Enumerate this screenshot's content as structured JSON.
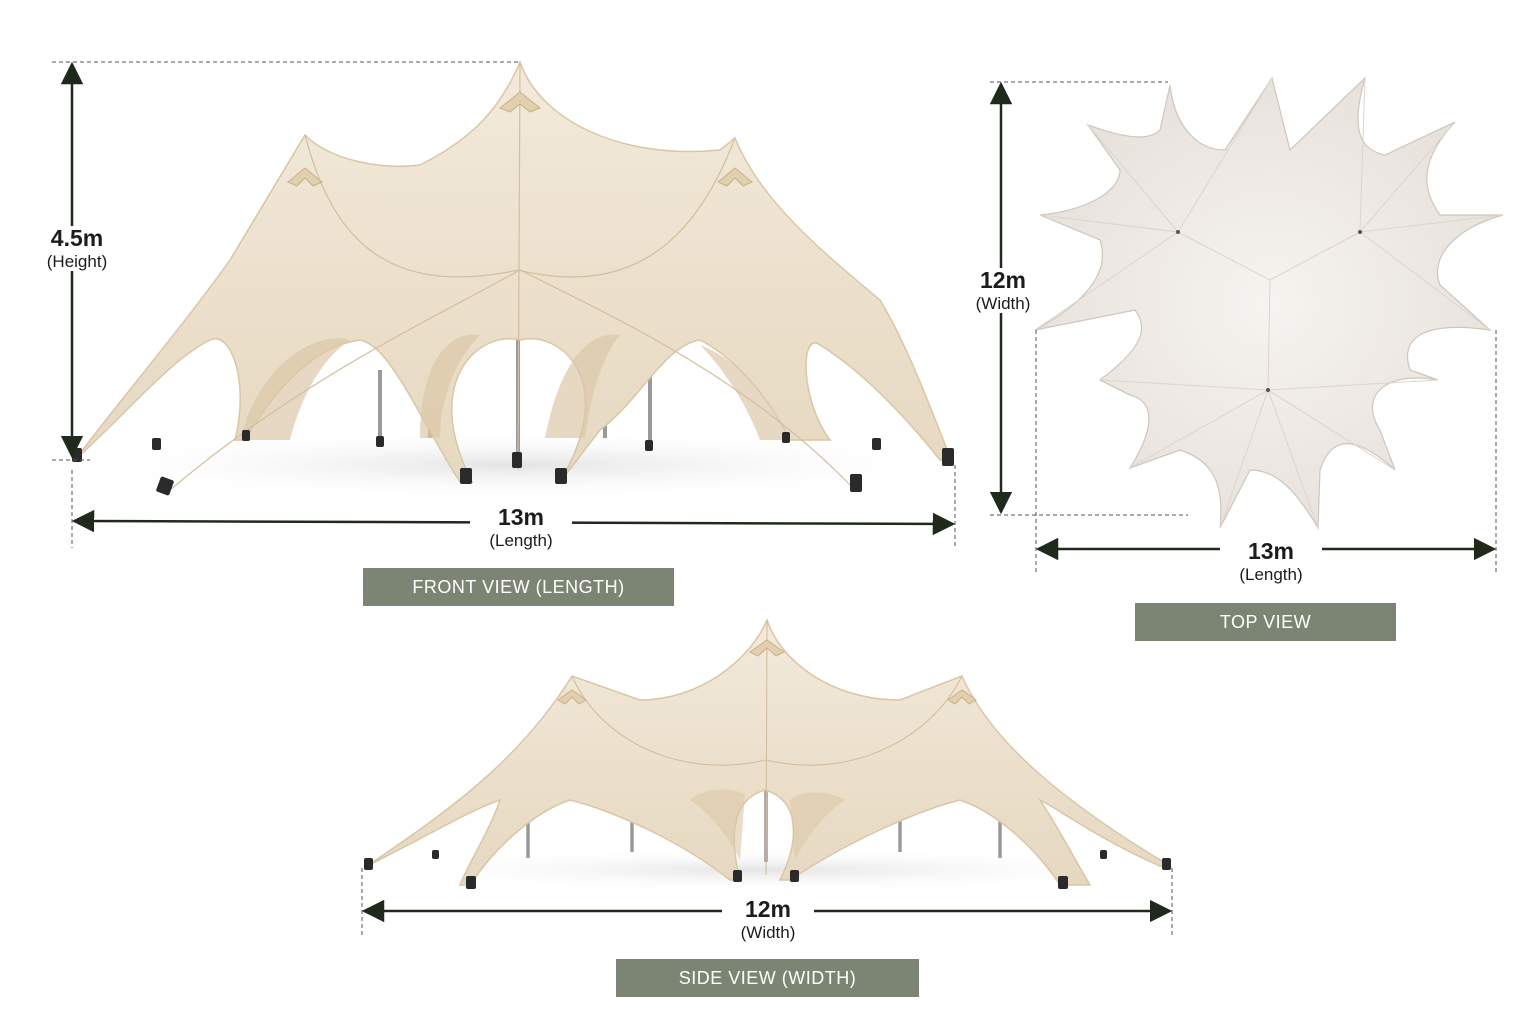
{
  "front_view": {
    "title": "FRONT VIEW (LENGTH)",
    "height_value": "4.5m",
    "height_label": "(Height)",
    "length_value": "13m",
    "length_label": "(Length)"
  },
  "top_view": {
    "title": "TOP VIEW",
    "width_value": "12m",
    "width_label": "(Width)",
    "length_value": "13m",
    "length_label": "(Length)"
  },
  "side_view": {
    "title": "SIDE VIEW (WIDTH)",
    "width_value": "12m",
    "width_label": "(Width)"
  },
  "colors": {
    "canvas": "#efe4d2",
    "canvas_shadow": "#dcc8a8",
    "top_canvas": "#f2eeea",
    "pole": "#9a9a9a",
    "foot": "#2a2a2a",
    "dimension_line": "#1f2a1c",
    "tag_background": "#7c8574"
  }
}
